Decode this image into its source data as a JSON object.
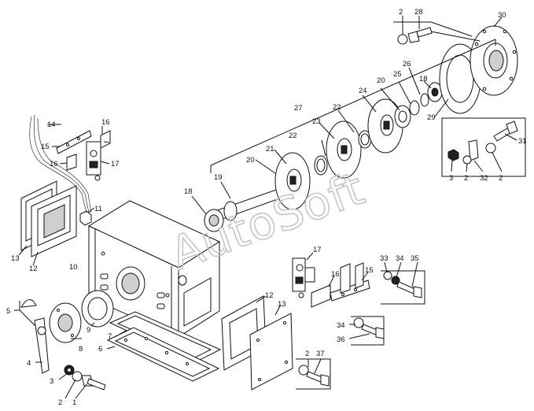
{
  "watermark": "AutoSoft",
  "callouts": {
    "c2a": "2",
    "c28": "28",
    "c30": "30",
    "c26": "26",
    "c25": "25",
    "c20a": "20",
    "c18a": "18",
    "c24": "24",
    "c29": "29",
    "c27": "27",
    "c22a": "22",
    "c22b": "22",
    "c23": "23",
    "c21": "21",
    "c20b": "20",
    "c19": "19",
    "c18b": "18",
    "c11": "11",
    "c14": "14",
    "c15a": "15",
    "c16a": "16",
    "c16b": "16",
    "c17a": "17",
    "c31": "31",
    "c3a": "3",
    "c2b": "2",
    "c32": "32",
    "c2c": "2",
    "c13a": "13",
    "c12a": "12",
    "c10": "10",
    "c5": "5",
    "c4": "4",
    "c3b": "3",
    "c2d": "2",
    "c1": "1",
    "c8": "8",
    "c9": "9",
    "c7": "7",
    "c6": "6",
    "c17b": "17",
    "c16c": "16",
    "c15b": "15",
    "c33": "33",
    "c34a": "34",
    "c35": "35",
    "c34b": "34",
    "c36": "36",
    "c12b": "12",
    "c13b": "13",
    "c2e": "2",
    "c37": "37"
  }
}
